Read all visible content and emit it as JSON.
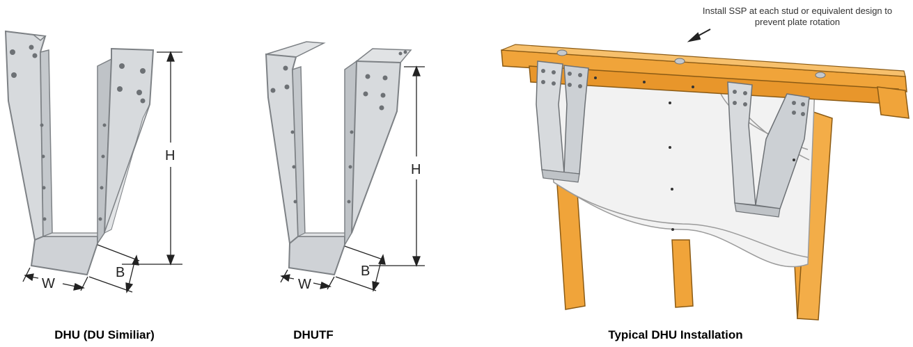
{
  "figures": [
    {
      "caption": "DHU (DU Similiar)",
      "dims": {
        "height": "H",
        "width": "W",
        "bearing": "B"
      }
    },
    {
      "caption": "DHUTF",
      "dims": {
        "height": "H",
        "width": "W",
        "bearing": "B"
      }
    },
    {
      "caption": "Typical DHU Installation",
      "callout": "Install SSP at each stud or equivalent design to prevent plate rotation"
    }
  ],
  "colors": {
    "steel_face": "#d7dadd",
    "steel_edge": "#8e9296",
    "wood": "#f0a43a",
    "wood_dark": "#c97a1f",
    "drywall": "#f2f2f2"
  }
}
